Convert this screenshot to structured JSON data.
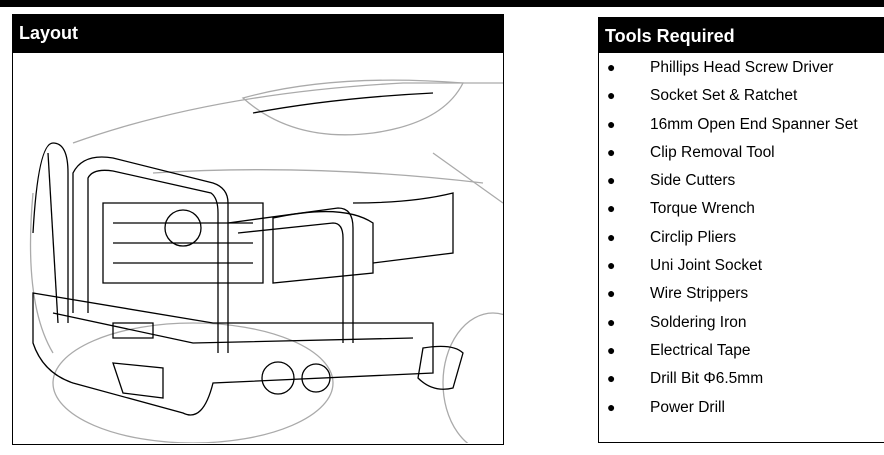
{
  "layout": {
    "title": "Layout"
  },
  "tools": {
    "title": "Tools Required",
    "items": [
      "Phillips Head Screw Driver",
      "Socket Set & Ratchet",
      "16mm Open End Spanner Set",
      "Clip Removal Tool",
      "Side Cutters",
      "Torque Wrench",
      "Circlip Pliers",
      "Uni Joint Socket",
      "Wire Strippers",
      "Soldering Iron",
      "Electrical Tape",
      "Drill Bit Φ6.5mm",
      "Power Drill"
    ]
  }
}
